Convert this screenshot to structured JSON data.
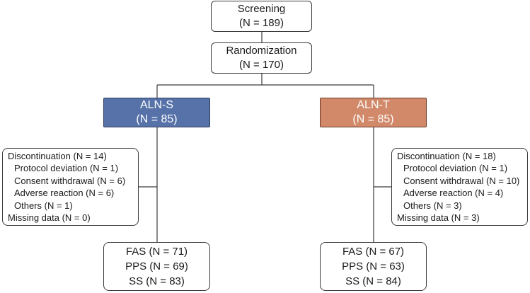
{
  "screening": {
    "title": "Screening",
    "n": "(N = 189)"
  },
  "randomization": {
    "title": "Randomization",
    "n": "(N = 170)"
  },
  "arms": [
    {
      "name": "ALN-S",
      "n": "(N = 85)",
      "color": "#5672a8",
      "exclusion": {
        "header": "Discontinuation (N = 14)",
        "items": [
          "Protocol deviation (N = 1)",
          "Consent withdrawal (N = 6)",
          "Adverse reaction (N = 6)",
          "Others (N = 1)"
        ],
        "missing": "Missing data (N = 0)"
      },
      "analysis": [
        "FAS (N = 71)",
        "PPS (N = 69)",
        "SS (N = 83)"
      ]
    },
    {
      "name": "ALN-T",
      "n": "(N = 85)",
      "color": "#d1896a",
      "exclusion": {
        "header": "Discontinuation (N = 18)",
        "items": [
          "Protocol deviation (N = 1)",
          "Consent withdrawal (N = 10)",
          "Adverse reaction (N = 4)",
          "Others (N = 3)"
        ],
        "missing": "Missing data (N = 3)"
      },
      "analysis": [
        "FAS (N = 67)",
        "PPS (N = 63)",
        "SS (N = 84)"
      ]
    }
  ]
}
